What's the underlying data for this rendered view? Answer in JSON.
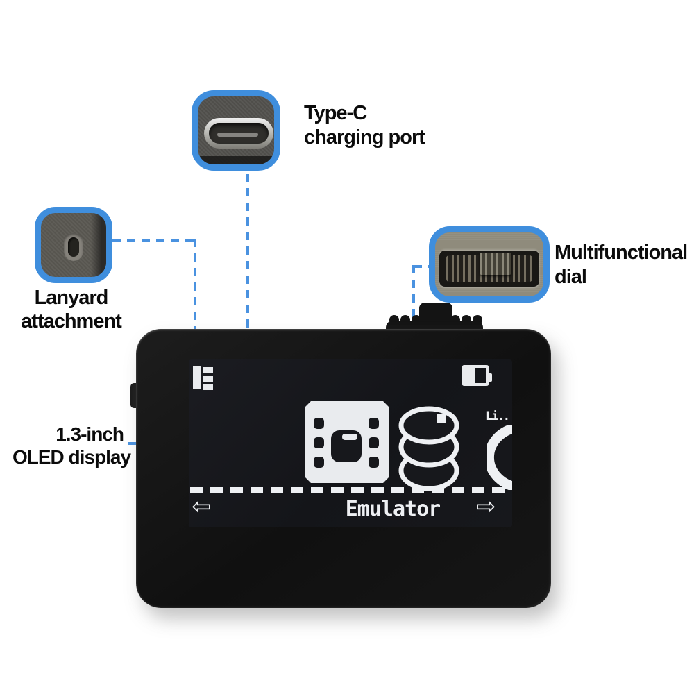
{
  "accent": {
    "callout_border": "#3f8edd",
    "connector_blue": "#4a92e0",
    "label_color": "#0b0b0b"
  },
  "callouts": {
    "type_c": {
      "line1": "Type-C",
      "line2": "charging port",
      "icon": "usb-c-port"
    },
    "lanyard": {
      "line1": "Lanyard",
      "line2": "attachment",
      "icon": "lanyard-slot"
    },
    "dial": {
      "line1": "Multifunctional",
      "line2": "dial",
      "icon": "knurled-dial"
    },
    "oled": {
      "line1": "1.3-inch",
      "line2": "OLED display"
    }
  },
  "device": {
    "body_color": "#151515",
    "screen": {
      "background": "#17181c",
      "foreground": "#eef0f3",
      "top_left_icon": "list-icon",
      "top_right_icon": "battery-half-icon",
      "selected_item_icon": "chip-icon",
      "second_item_icon": "disc-stack-icon",
      "partial_item_icon": "crescent-icon",
      "partial_item_label": "Li..",
      "selected_label": "Emulator",
      "nav_left_glyph": "⇦",
      "nav_right_glyph": "⇨"
    }
  }
}
